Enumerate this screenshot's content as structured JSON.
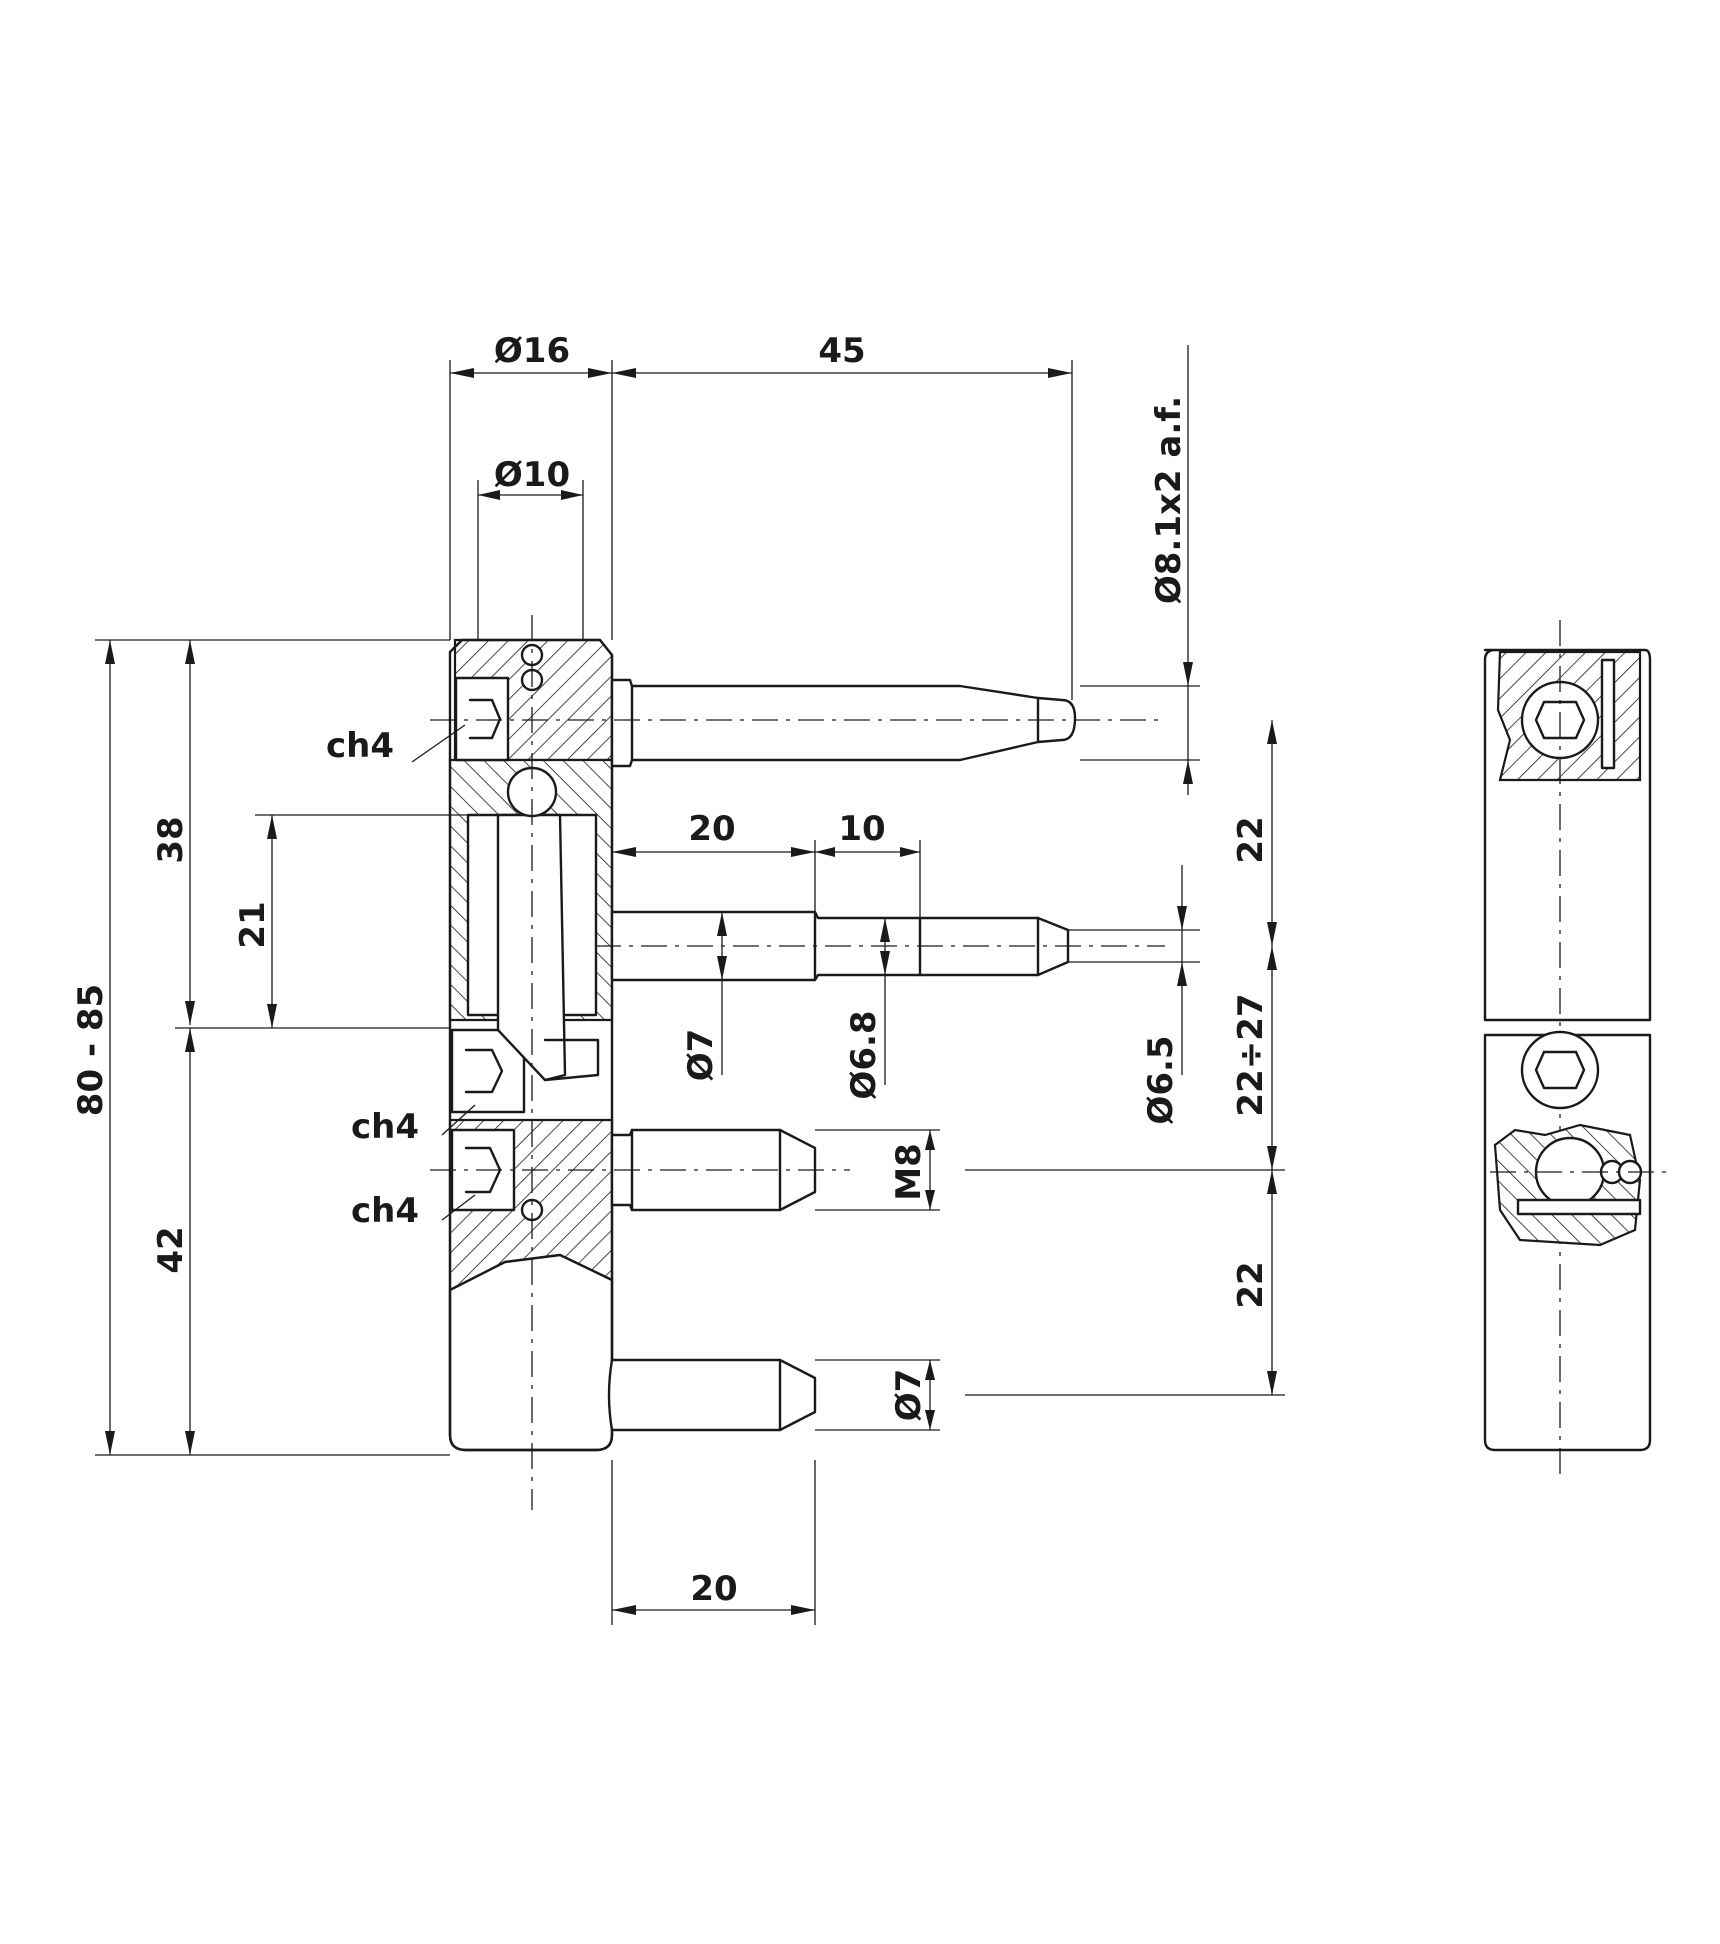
{
  "dimensions": {
    "d16": "Ø16",
    "d10": "Ø10",
    "len45": "45",
    "hex": "Ø8.1x2 a.f.",
    "h38": "38",
    "h21": "21",
    "h80_85": "80 - 85",
    "h42": "42",
    "ch4_top": "ch4",
    "ch4_mid": "ch4",
    "ch4_low": "ch4",
    "len20_upper": "20",
    "len10": "10",
    "d7_upper": "Ø7",
    "d6_8": "Ø6.8",
    "d6_5": "Ø6.5",
    "v22_top": "22",
    "v22_27": "22÷27",
    "v22_low": "22",
    "m8": "M8",
    "d7_lower": "Ø7",
    "len20_bottom": "20"
  }
}
